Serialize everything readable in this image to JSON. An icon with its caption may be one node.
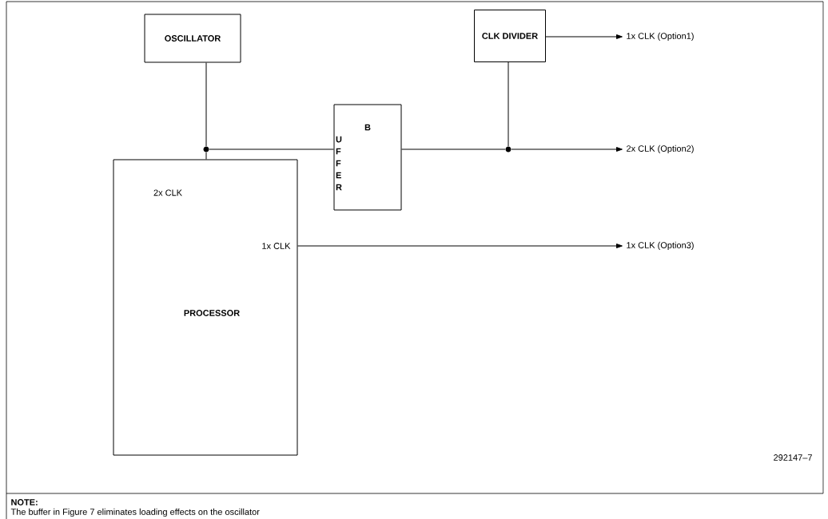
{
  "diagram": {
    "nodes": [
      {
        "text": [
          "OSCILLATOR"
        ]
      },
      {
        "text": [
          "BUFFER"
        ]
      },
      {
        "text": [
          "CLK DIVIDER"
        ]
      },
      {
        "text": [
          "2x CLK",
          "1x CLK",
          "PROCESSOR"
        ]
      },
      {
        "text": [],
        "shape": "circle"
      },
      {
        "text": [],
        "shape": "circle"
      },
      {
        "text": [
          "1x CLK (Option1)"
        ]
      },
      {
        "text": [
          "2x CLK (Option2)"
        ]
      },
      {
        "text": [
          "1x CLK (Option3)"
        ]
      }
    ],
    "edges": [
      {
        "from": 0,
        "to": 4,
        "arrow": "none"
      },
      {
        "from": 4,
        "to": 3,
        "arrow": "none"
      },
      {
        "from": 4,
        "to": 1,
        "arrow": "none"
      },
      {
        "from": 1,
        "to": 5,
        "arrow": "none"
      },
      {
        "from": 5,
        "to": 2,
        "arrow": "none"
      },
      {
        "from": 2,
        "to": 6,
        "arrow": "to"
      },
      {
        "from": 5,
        "to": 7,
        "arrow": "to"
      },
      {
        "from": 3,
        "to": 8,
        "arrow": "to"
      }
    ],
    "labels": [
      "292147–7",
      "NOTE:",
      "The buffer in Figure 7 eliminates loading effects on the oscillator"
    ]
  }
}
